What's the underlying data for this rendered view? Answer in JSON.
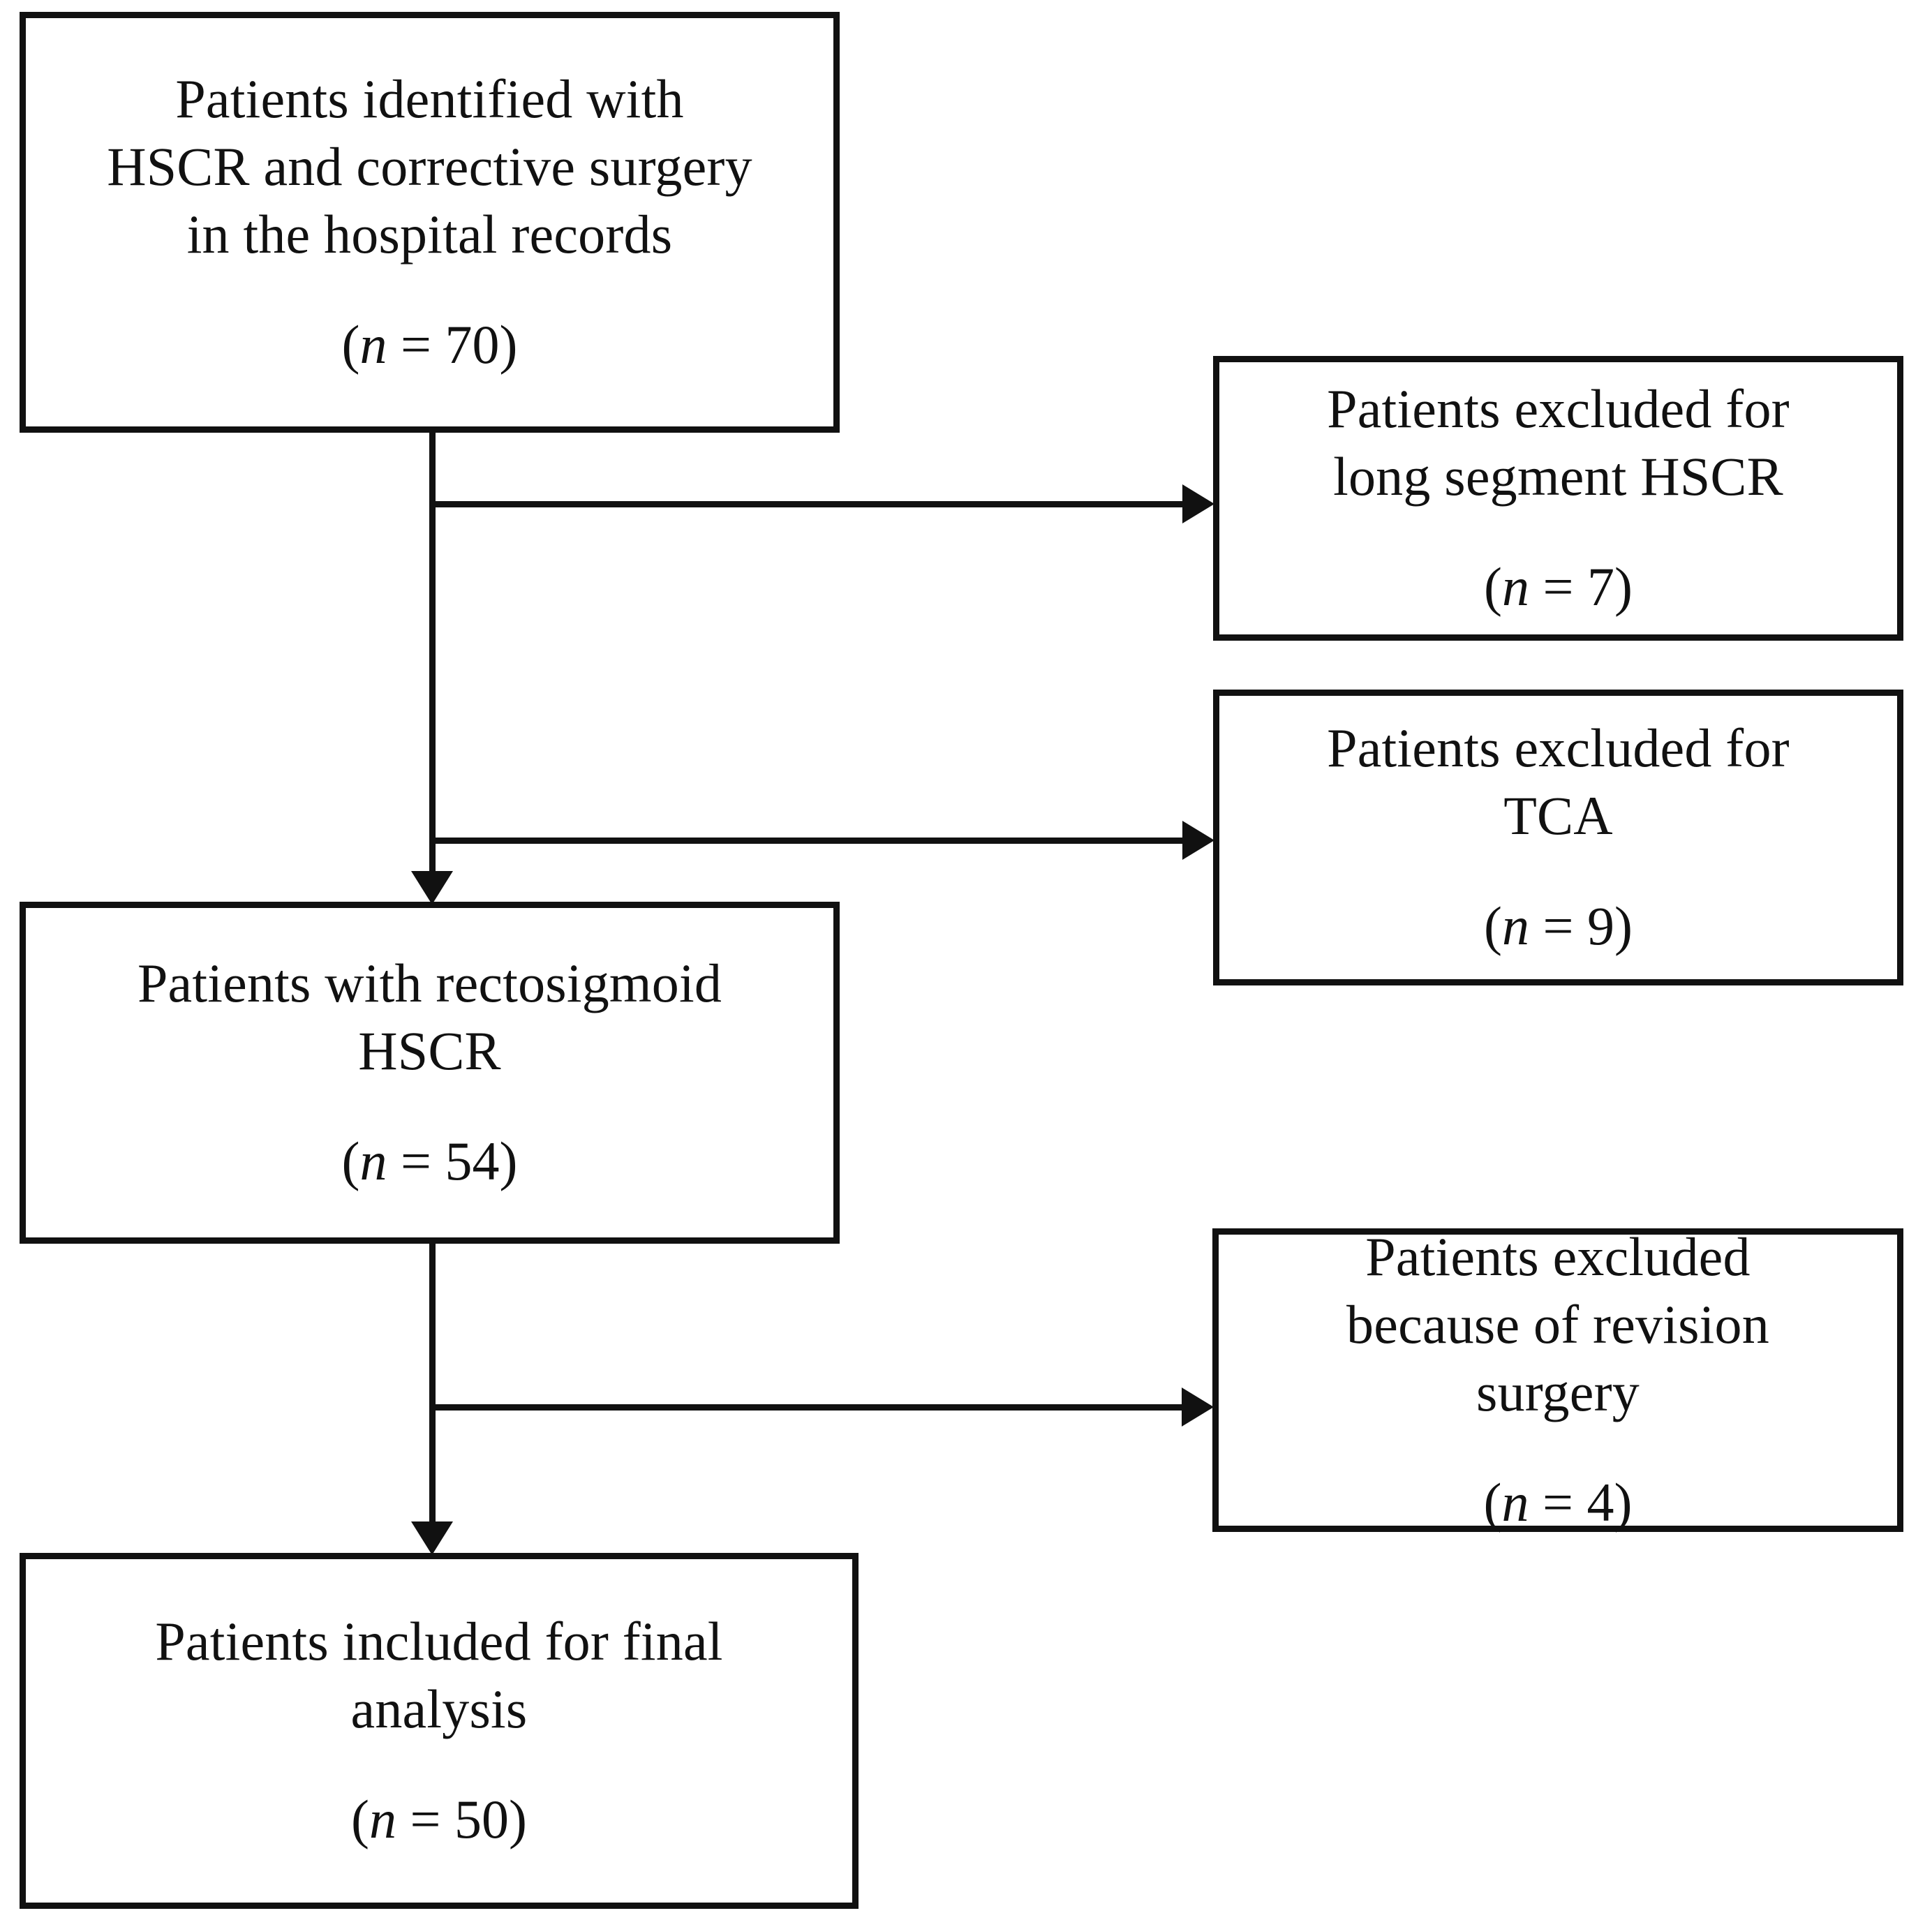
{
  "diagram": {
    "type": "flowchart",
    "title": "Patient selection flow diagram",
    "colors": {
      "stroke": "#111111",
      "background": "#ffffff",
      "text": "#111111"
    },
    "nodes": {
      "identified": {
        "id": "identified",
        "lines": [
          "Patients identified with",
          "HSCR and corrective surgery",
          "in the hospital records"
        ],
        "count_prefix": "(",
        "count_symbol": "n",
        "count_equals": " = ",
        "count_value": "70",
        "count_suffix": ")",
        "count_text": "(n = 70)"
      },
      "rectosigmoid": {
        "id": "rectosigmoid",
        "lines": [
          "Patients with rectosigmoid",
          "HSCR"
        ],
        "count_prefix": "(",
        "count_symbol": "n",
        "count_equals": " = ",
        "count_value": "54",
        "count_suffix": ")",
        "count_text": "(n = 54)"
      },
      "final": {
        "id": "final",
        "lines": [
          "Patients included for final",
          "analysis"
        ],
        "count_prefix": "(",
        "count_symbol": "n",
        "count_equals": " = ",
        "count_value": "50",
        "count_suffix": ")",
        "count_text": "(n = 50)"
      },
      "excluded_long_segment": {
        "id": "excluded_long_segment",
        "lines": [
          "Patients excluded for",
          "long segment HSCR"
        ],
        "count_prefix": "(",
        "count_symbol": "n",
        "count_equals": " = ",
        "count_value": "7",
        "count_suffix": ")",
        "count_text": "(n = 7)"
      },
      "excluded_tca": {
        "id": "excluded_tca",
        "lines": [
          "Patients excluded for",
          "TCA"
        ],
        "count_prefix": "(",
        "count_symbol": "n",
        "count_equals": " = ",
        "count_value": "9",
        "count_suffix": ")",
        "count_text": "(n = 9)"
      },
      "excluded_revision": {
        "id": "excluded_revision",
        "lines": [
          "Patients excluded",
          "because of revision",
          "surgery"
        ],
        "count_prefix": "(",
        "count_symbol": "n",
        "count_equals": " = ",
        "count_value": "4",
        "count_suffix": ")",
        "count_text": "(n = 4)"
      }
    },
    "edges": [
      {
        "id": "identified-to-rectosigmoid",
        "from": "identified",
        "to": "rectosigmoid",
        "direction": "down",
        "arrow": true
      },
      {
        "id": "identified-to-excluded-long-segment",
        "from": "identified",
        "to": "excluded_long_segment",
        "direction": "right",
        "arrow": true
      },
      {
        "id": "identified-to-excluded-tca",
        "from": "identified",
        "to": "excluded_tca",
        "direction": "right",
        "arrow": true
      },
      {
        "id": "rectosigmoid-to-final",
        "from": "rectosigmoid",
        "to": "final",
        "direction": "down",
        "arrow": true
      },
      {
        "id": "rectosigmoid-to-excluded-revision",
        "from": "rectosigmoid",
        "to": "excluded_revision",
        "direction": "right",
        "arrow": true
      }
    ]
  }
}
